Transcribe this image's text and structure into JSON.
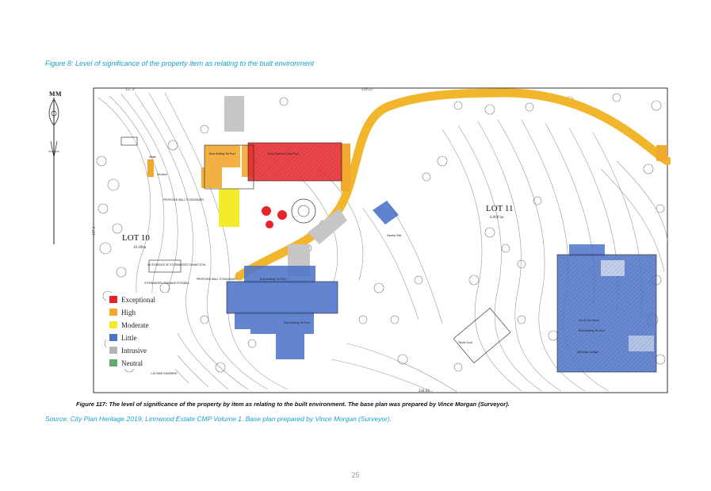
{
  "figure_caption": "Figure 8: Level of significance of the property item as relating to the built environment",
  "map": {
    "lots": [
      {
        "name": "LOT 10",
        "area": "10.40ha"
      },
      {
        "name": "LOT 11",
        "area": "4.068 ha"
      }
    ],
    "dimensions": {
      "top": "239.53",
      "bottom": "244.64",
      "top_left": "157.3",
      "side_left": "157.3"
    },
    "building_labels": {
      "main": "Brick Residence Slate Roof",
      "brick_building_left": "Brick Building Tile Roof",
      "brick_building_lower": "Brick Building Tile Roof",
      "brick_building_south": "Brick Building Tile Roof",
      "mcfarlane": "McFarlane Cottage",
      "brick_building_east": "Brick Building Tile Roof",
      "two_storey": "One & Two Storey",
      "gazebo": "Gazebo Slab",
      "tennis": "Tennis Court",
      "stable": "Stable",
      "structure": "Structure",
      "proposed_wall_1": "PROPOSED WALL TO BOUNDARY",
      "proposed_wall_2": "PROPOSED WALL TO BOUNDARY",
      "stormwater": "STORMWATER DRAINAGE POSSIBLE",
      "existing_drain": "NO EVIDENCE OF STORMWATER CONNECTION",
      "easement": "1.25 WIDE EASEMENT"
    },
    "north": "M",
    "legend": [
      {
        "label": "Exceptional",
        "color": "#e8242b"
      },
      {
        "label": "High",
        "color": "#f2a72f"
      },
      {
        "label": "Moderate",
        "color": "#f4ec2a"
      },
      {
        "label": "Little",
        "color": "#4d74c9"
      },
      {
        "label": "Intrusive",
        "color": "#b5b5b5"
      },
      {
        "label": "Neutral",
        "color": "#63a86f"
      }
    ],
    "colors": {
      "road": "#f2b62c",
      "exceptional": "#e8242b",
      "high": "#f2a72f",
      "moderate": "#f4ec2a",
      "little": "#4d74c9",
      "intrusive": "#b5b5b5"
    }
  },
  "inner_caption": "Figure 117: The level of significance of the property by item as relating to the built environment. The base plan was prepared by Vince Morgan (Surveyor).",
  "source": "Source: City Plan Heritage 2019, Linnwood Estate CMP Volume 1. Base plan prepared by Vince Morgan (Surveyor).",
  "page_number": "25"
}
